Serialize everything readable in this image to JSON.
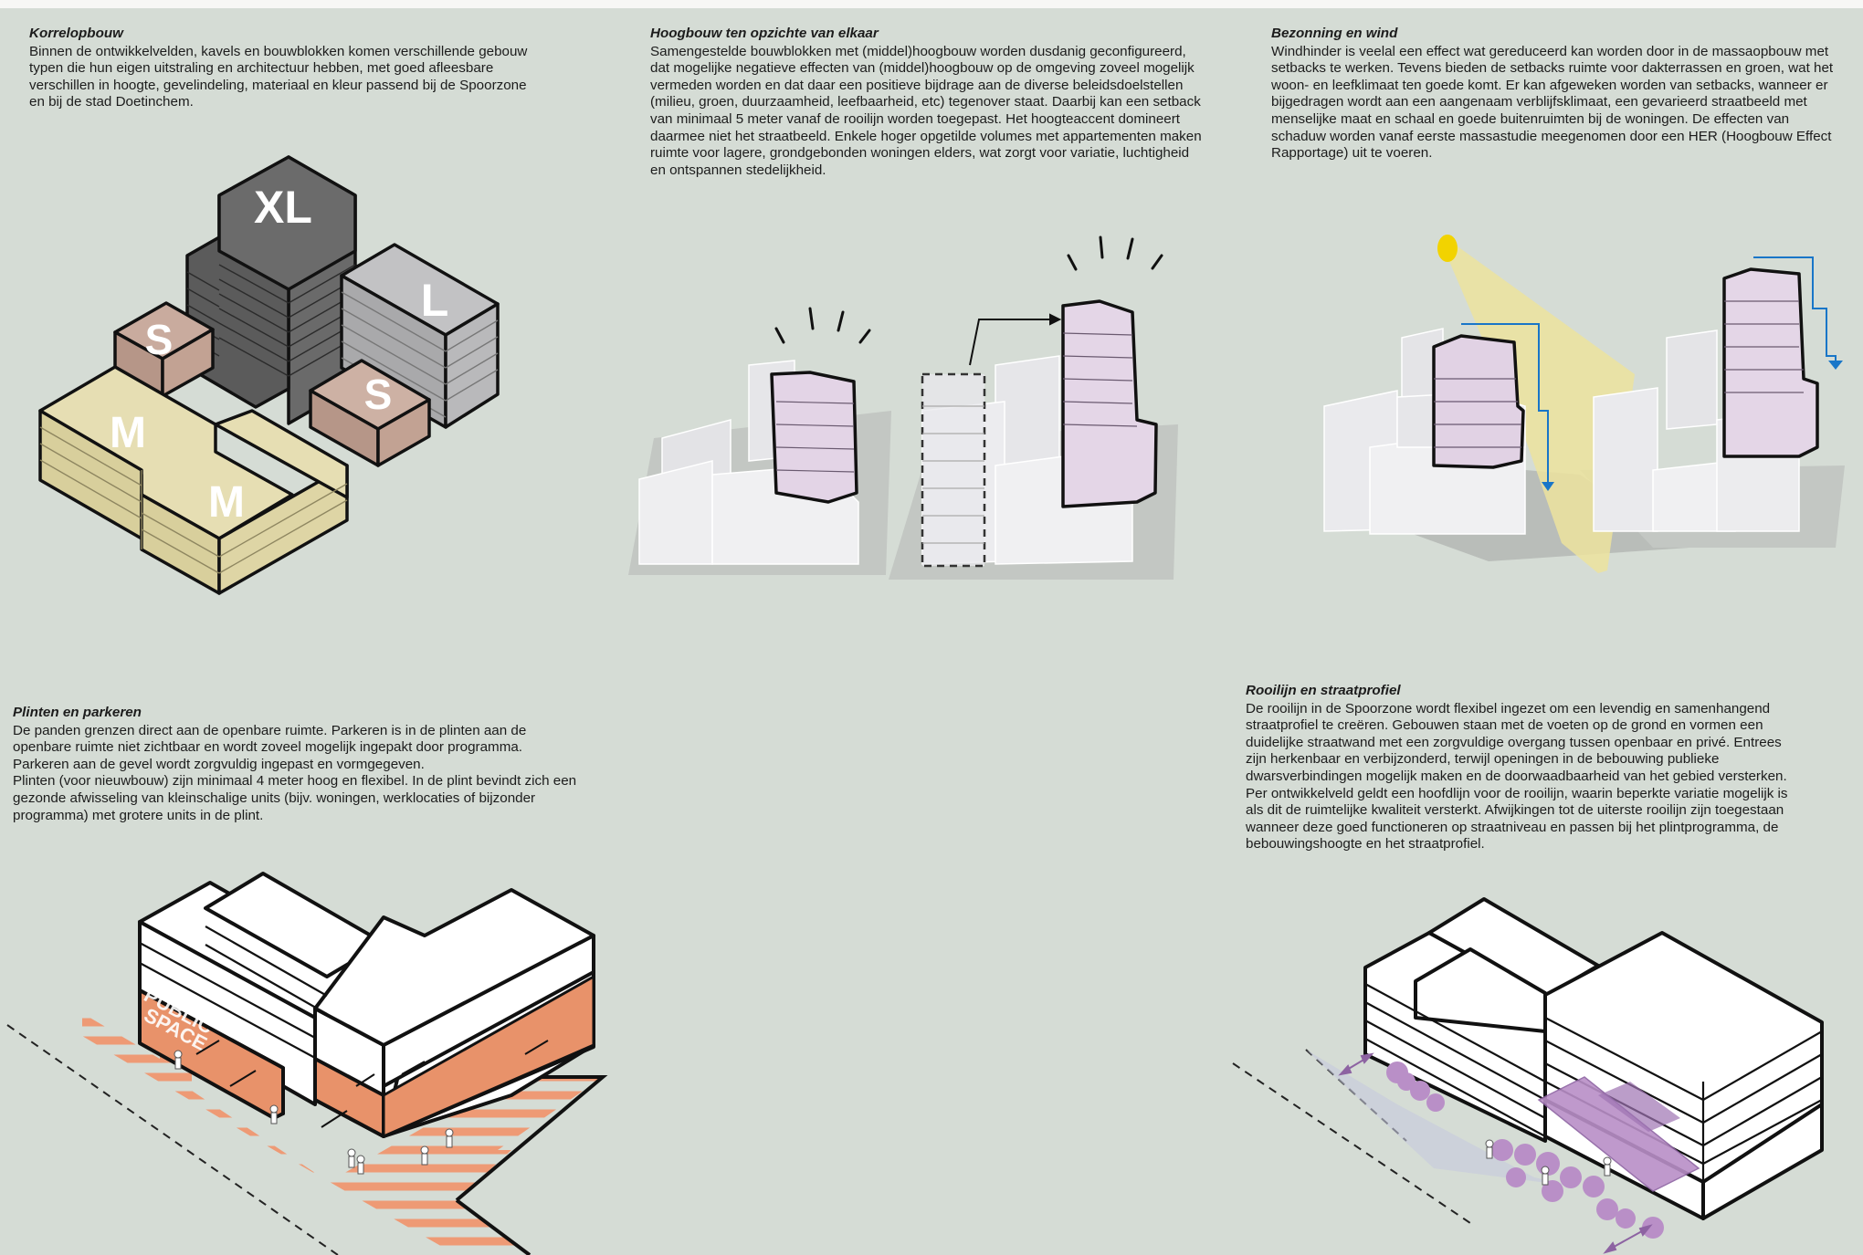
{
  "panels": {
    "korrel": {
      "title": "Korrelopbouw",
      "body": "Binnen de ontwikkelvelden, kavels en bouwblokken komen verschillende gebouw typen die hun eigen uitstraling en architectuur hebben, met goed afleesbare verschillen in hoogte, gevelindeling, materiaal en kleur passend bij de Spoorzone en bij de stad Doetinchem.",
      "labels": {
        "xl": "XL",
        "l": "L",
        "s1": "S",
        "s2": "S",
        "m1": "M",
        "m2": "M"
      }
    },
    "hoogbouw": {
      "title": "Hoogbouw ten opzichte van elkaar",
      "body": "Samengestelde bouwblokken met (middel)hoogbouw worden dusdanig geconfigureerd, dat mogelijke negatieve effecten van (middel)hoogbouw op de omgeving zoveel mogelijk vermeden worden en dat daar een positieve bijdrage aan de diverse beleidsdoelstellen (milieu, groen, duurzaamheid, leefbaarheid, etc) tegenover staat. Daarbij kan een setback van minimaal 5 meter vanaf de rooilijn worden toegepast. Het hoogteaccent domineert daarmee niet het straatbeeld. Enkele hoger opgetilde volumes met appartementen maken ruimte voor lagere, grondgebonden woningen elders, wat zorgt voor variatie, luchtigheid en ontspannen stedelijkheid."
    },
    "bezonning": {
      "title": "Bezonning en wind",
      "body": "Windhinder is veelal een effect wat gereduceerd kan worden door in de massaopbouw met setbacks te werken. Tevens bieden de setbacks ruimte voor dakterrassen en groen, wat het woon- en leefklimaat ten goede komt. Er kan afgeweken worden van setbacks, wanneer er bijgedragen wordt aan een aangenaam verblijfsklimaat, een gevarieerd straatbeeld met menselijke maat en schaal en goede buitenruimten bij de woningen. De effecten van schaduw worden vanaf eerste massastudie meegenomen door een HER (Hoogbouw Effect Rapportage) uit te voeren."
    },
    "plinten": {
      "title": "Plinten en parkeren",
      "body1": "De panden grenzen direct aan de openbare ruimte. Parkeren is in de plinten aan de openbare ruimte niet zichtbaar en wordt zoveel mogelijk ingepakt door programma. Parkeren aan de gevel wordt zorgvuldig ingepast en vormgegeven.",
      "body2": "Plinten (voor nieuwbouw) zijn minimaal 4 meter hoog en flexibel. In de plint bevindt zich een gezonde afwisseling van kleinschalige units (bijv. woningen, werklocaties of bijzonder programma) met grotere units in de plint.",
      "sign_line1": "PUBLIC",
      "sign_line2": "SPACE"
    },
    "rooilijn": {
      "title": "Rooilijn en straatprofiel",
      "body": "De rooilijn in de Spoorzone wordt flexibel ingezet om een levendig en samenhangend straatprofiel te creëren. Gebouwen staan met de voeten op de grond en vormen een duidelijke straatwand met een zorgvuldige overgang tussen openbaar en privé. Entrees zijn herkenbaar en verbijzonderd, terwijl openingen in de bebouwing publieke dwarsverbindingen mogelijk maken en de doorwaadbaarheid van het gebied versterken. Per ontwikkelveld geldt een hoofdlijn voor de rooilijn, waarin beperkte variatie mogelijk is als dit de ruimtelijke kwaliteit versterkt. Afwijkingen tot de uiterste rooilijn zijn toegestaan wanneer deze goed functioneren op straatniveau en passen bij het plintprogramma, de bebouwingshoogte en het straatprofiel."
    }
  },
  "colors": {
    "background": "#d5dcd5",
    "xl": "#616161",
    "l": "#b4b4b6",
    "s": "#c7a99b",
    "m": "#e3dbaf",
    "tower": "#e4d6e6",
    "plinth": "#e8926a",
    "trees": "#b98fc7",
    "sun": "#f2d300",
    "wind": "#1976c8"
  },
  "icons": [
    "sun-icon",
    "wind-arrow-icon",
    "arrow-icon",
    "person-icon",
    "tree-icon"
  ]
}
